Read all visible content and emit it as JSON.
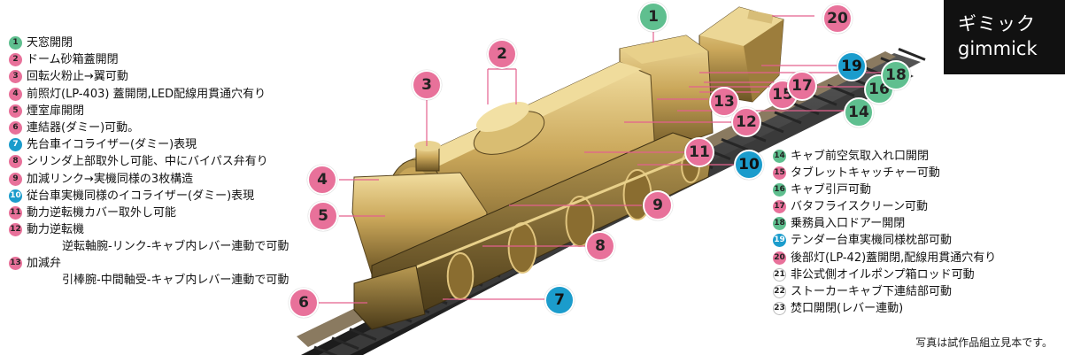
{
  "colors": {
    "pink": "#e8719a",
    "green": "#5fbf8f",
    "blue": "#1b9ccc",
    "brass_light": "#e6cf8a",
    "brass_mid": "#b9964a",
    "brass_dark": "#6b5424",
    "leader_line": "#e4608e"
  },
  "title": {
    "jp": "ギミック",
    "en": "gimmick"
  },
  "note": "写真は試作品組立見本です。",
  "legend_left": [
    {
      "num": "1",
      "color": "green",
      "text": "天窓開閉"
    },
    {
      "num": "2",
      "color": "pink",
      "text": "ドーム砂箱蓋開閉"
    },
    {
      "num": "3",
      "color": "pink",
      "text": "回転火粉止→翼可動"
    },
    {
      "num": "4",
      "color": "pink",
      "text": "前照灯(LP-403) 蓋開閉,LED配線用貫通穴有り"
    },
    {
      "num": "5",
      "color": "pink",
      "text": "煙室扉開閉"
    },
    {
      "num": "6",
      "color": "pink",
      "text": "連結器(ダミー)可動。"
    },
    {
      "num": "7",
      "color": "blue",
      "text": "先台車イコライザー(ダミー)表現"
    },
    {
      "num": "8",
      "color": "pink",
      "text": "シリンダ上部取外し可能、中にバイパス弁有り"
    },
    {
      "num": "9",
      "color": "pink",
      "text": "加減リンク→実機同様の3枚構造"
    },
    {
      "num": "10",
      "color": "blue",
      "text": "従台車実機同様のイコライザー(ダミー)表現"
    },
    {
      "num": "11",
      "color": "pink",
      "text": "動力逆転機カバー取外し可能"
    },
    {
      "num": "12",
      "color": "pink",
      "text": "動力逆転機",
      "sub": "逆転軸腕-リンク-キャブ内レバー連動で可動"
    },
    {
      "num": "13",
      "color": "pink",
      "text": "加減弁",
      "sub": "引棒腕-中間軸受-キャブ内レバー連動で可動"
    }
  ],
  "legend_right": [
    {
      "num": "14",
      "color": "green",
      "text": "キャブ前空気取入れ口開閉"
    },
    {
      "num": "15",
      "color": "pink",
      "text": "タブレットキャッチャー可動"
    },
    {
      "num": "16",
      "color": "green",
      "text": "キャブ引戸可動"
    },
    {
      "num": "17",
      "color": "pink",
      "text": "バタフライスクリーン可動"
    },
    {
      "num": "18",
      "color": "green",
      "text": "乗務員入口ドアー開閉"
    },
    {
      "num": "19",
      "color": "blue",
      "text": "テンダー台車実機同様枕部可動"
    },
    {
      "num": "20",
      "color": "pink",
      "text": "後部灯(LP-42)蓋開閉,配線用貫通穴有り"
    },
    {
      "num": "21",
      "color": "none",
      "text": "非公式側オイルポンプ箱ロッド可動"
    },
    {
      "num": "22",
      "color": "none",
      "text": "ストーカーキャブ下連結部可動"
    },
    {
      "num": "23",
      "color": "none",
      "text": "焚口開閉(レバー連動)"
    }
  ],
  "callouts": [
    {
      "num": "1",
      "color": "green"
    },
    {
      "num": "2",
      "color": "pink"
    },
    {
      "num": "3",
      "color": "pink"
    },
    {
      "num": "4",
      "color": "pink"
    },
    {
      "num": "5",
      "color": "pink"
    },
    {
      "num": "6",
      "color": "pink"
    },
    {
      "num": "7",
      "color": "blue"
    },
    {
      "num": "8",
      "color": "pink"
    },
    {
      "num": "9",
      "color": "pink"
    },
    {
      "num": "10",
      "color": "blue"
    },
    {
      "num": "11",
      "color": "pink"
    },
    {
      "num": "12",
      "color": "pink"
    },
    {
      "num": "13",
      "color": "pink"
    },
    {
      "num": "14",
      "color": "green"
    },
    {
      "num": "15",
      "color": "pink"
    },
    {
      "num": "16",
      "color": "green"
    },
    {
      "num": "17",
      "color": "pink"
    },
    {
      "num": "18",
      "color": "green"
    },
    {
      "num": "19",
      "color": "blue"
    },
    {
      "num": "20",
      "color": "pink"
    }
  ]
}
